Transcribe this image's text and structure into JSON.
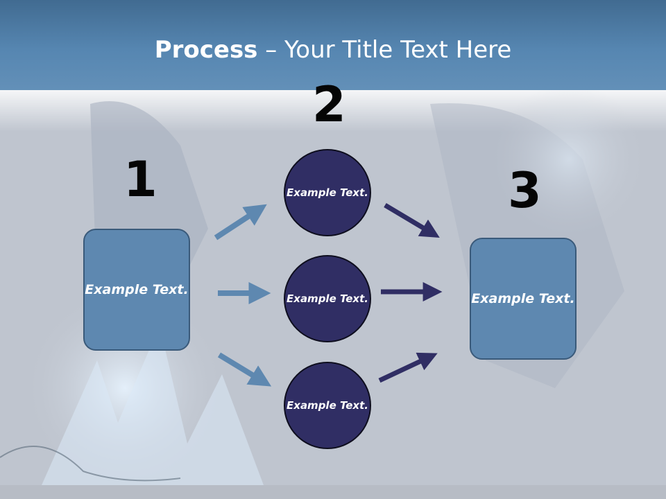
{
  "slide": {
    "title_bold": "Process",
    "title_rest": " – Your Title Text Here"
  },
  "steps": {
    "one": "1",
    "two": "2",
    "three": "3"
  },
  "left_box": {
    "text": "Example Text."
  },
  "right_box": {
    "text": "Example Text."
  },
  "circles": [
    {
      "text": "Example Text."
    },
    {
      "text": "Example Text."
    },
    {
      "text": "Example Text."
    }
  ],
  "colors": {
    "box_fill": "#5e88b0",
    "circle_fill": "#302e64",
    "light_arrow": "#5e88b0",
    "dark_arrow": "#302e64"
  }
}
